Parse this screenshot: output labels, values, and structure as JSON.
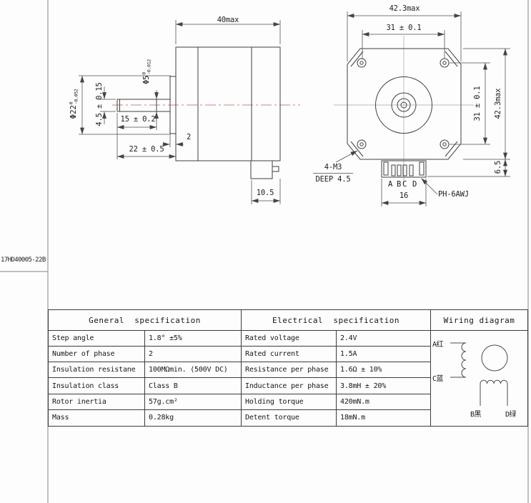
{
  "part_number": "17HD40005-22B",
  "side_view": {
    "dims": {
      "length": "40max",
      "boss_dia_main": "Φ22",
      "boss_dia_sup": "0",
      "boss_dia_sub": "-0.052",
      "shaft_dia_main": "Φ5",
      "shaft_dia_sup": "0",
      "shaft_dia_sub": "-0.012",
      "shaft_flat": "4.5 ± 0.15",
      "flat_length": "15 ± 0.2",
      "boss_depth": "2",
      "shaft_length": "22 ± 0.5",
      "connector_depth": "10.5"
    }
  },
  "front_view": {
    "dims": {
      "width_max": "42.3max",
      "hole_spacing_h": "31 ± 0.1",
      "hole_spacing_v": "31 ± 0.1",
      "height_max": "42.3max",
      "connector_offset": "6.5",
      "connector_width": "16"
    },
    "notes": {
      "mounting_holes": "4-M3",
      "mounting_depth": "DEEP 4.5",
      "connector_type": "PH-6AWJ"
    },
    "pins": [
      "A",
      "B",
      "C",
      "D"
    ]
  },
  "table": {
    "general": {
      "title": "General  specification",
      "rows": [
        [
          "Step angle",
          "1.8° ±5%"
        ],
        [
          "Number of phase",
          "2"
        ],
        [
          "Insulation resistane",
          "100MΩmin. (500V DC)"
        ],
        [
          "Insulation class",
          "Class B"
        ],
        [
          "Rotor inertia",
          "57g.cm²"
        ],
        [
          "Mass",
          "0.28kg"
        ]
      ]
    },
    "electrical": {
      "title": "Electrical  specification",
      "rows": [
        [
          "Rated voltage",
          "2.4V"
        ],
        [
          "Rated current",
          "1.5A"
        ],
        [
          "Resistance per phase",
          "1.6Ω ± 10%"
        ],
        [
          "Inductance per phase",
          "3.8mH ± 20%"
        ],
        [
          "Holding torque",
          "420mN.m"
        ],
        [
          "Detent torque",
          "18mN.m"
        ]
      ]
    },
    "wiring": {
      "title": "Wiring diagram",
      "terminals": {
        "a": "A红",
        "c": "C蓝",
        "b": "B黑",
        "d": "D绿"
      }
    }
  },
  "colors": {
    "line": "#444444",
    "centerline_red": "#d4807f",
    "frame_gray": "#9a9a9a"
  }
}
